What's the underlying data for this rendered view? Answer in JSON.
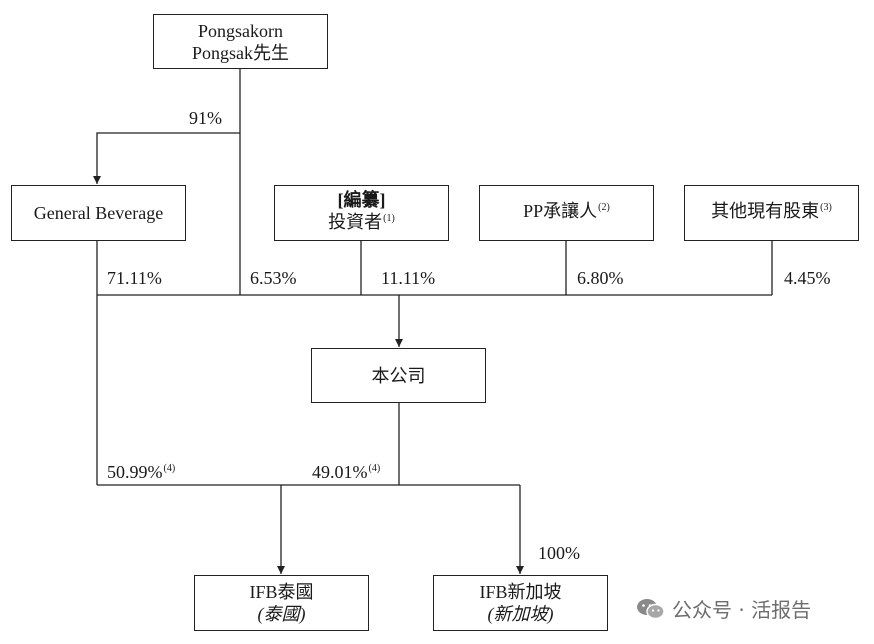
{
  "nodes": {
    "founder": {
      "line1": "Pongsakorn",
      "line2": "Pongsak先生"
    },
    "general_beverage": {
      "label": "General Beverage"
    },
    "investors": {
      "bracket_text": "[編纂]",
      "label": "投資者",
      "note": "(1)"
    },
    "pp_assignees": {
      "label": "PP承讓人",
      "note": "(2)"
    },
    "other_shareholders": {
      "label": "其他現有股東",
      "note": "(3)"
    },
    "company": {
      "label": "本公司"
    },
    "ifb_thailand": {
      "line1": "IFB泰國",
      "line2": "(泰國)"
    },
    "ifb_singapore": {
      "line1": "IFB新加坡",
      "line2": "(新加坡)"
    }
  },
  "edges": {
    "founder_to_gb": "91%",
    "gb_to_company": "71.11%",
    "founder_to_company": "6.53%",
    "investors_to_company": "11.11%",
    "pp_to_company": "6.80%",
    "others_to_company": "4.45%",
    "gb_to_ifb_thailand": {
      "value": "50.99%",
      "note": "(4)"
    },
    "company_to_ifb_thailand": {
      "value": "49.01%",
      "note": "(4)"
    },
    "company_to_ifb_singapore": "100%"
  },
  "watermark": {
    "text": "公众号 · 活报告",
    "icon": "wechat-icon"
  }
}
